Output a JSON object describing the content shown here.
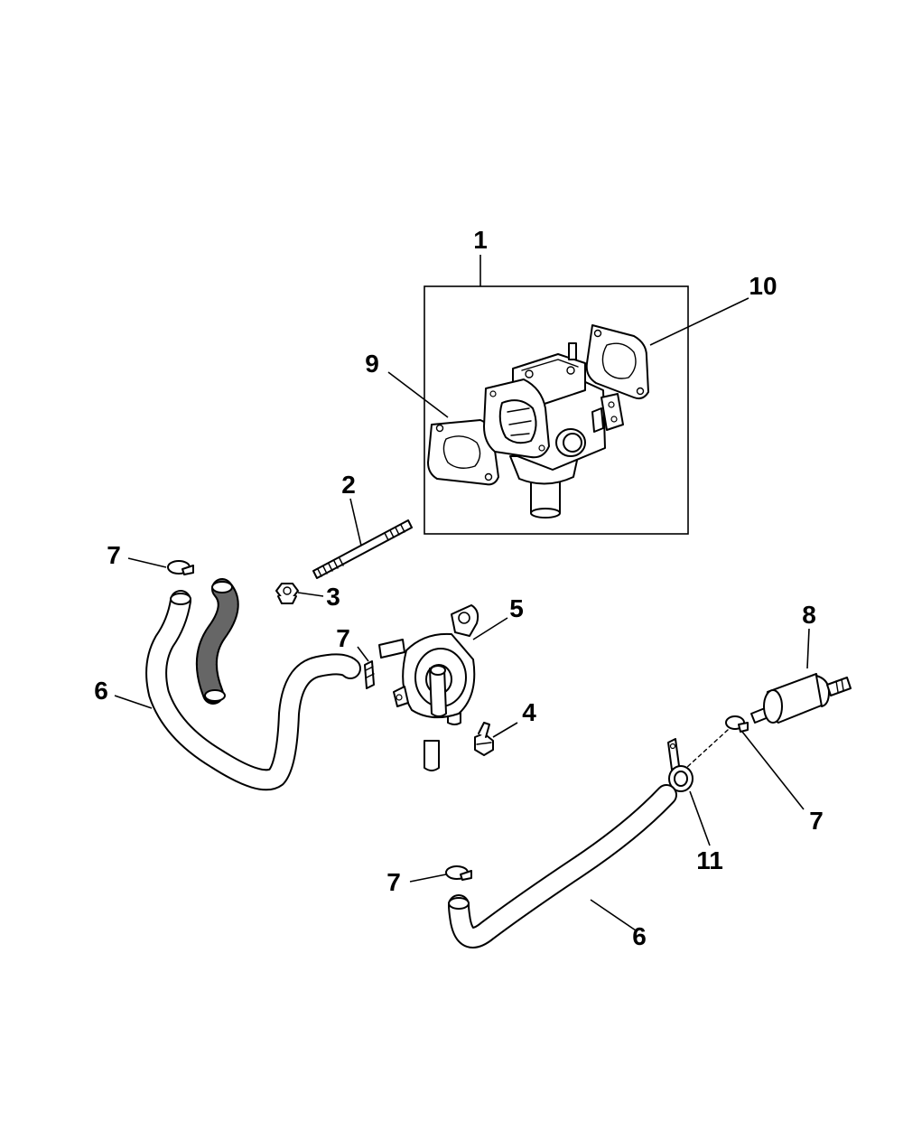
{
  "callouts": [
    {
      "id": "c1",
      "label": "1"
    },
    {
      "id": "c2",
      "label": "2"
    },
    {
      "id": "c3",
      "label": "3"
    },
    {
      "id": "c4",
      "label": "4"
    },
    {
      "id": "c5",
      "label": "5"
    },
    {
      "id": "c6a",
      "label": "6"
    },
    {
      "id": "c6b",
      "label": "6"
    },
    {
      "id": "c7a",
      "label": "7"
    },
    {
      "id": "c7b",
      "label": "7"
    },
    {
      "id": "c7c",
      "label": "7"
    },
    {
      "id": "c7d",
      "label": "7"
    },
    {
      "id": "c8",
      "label": "8"
    },
    {
      "id": "c9",
      "label": "9"
    },
    {
      "id": "c10",
      "label": "10"
    },
    {
      "id": "c11",
      "label": "11"
    }
  ]
}
